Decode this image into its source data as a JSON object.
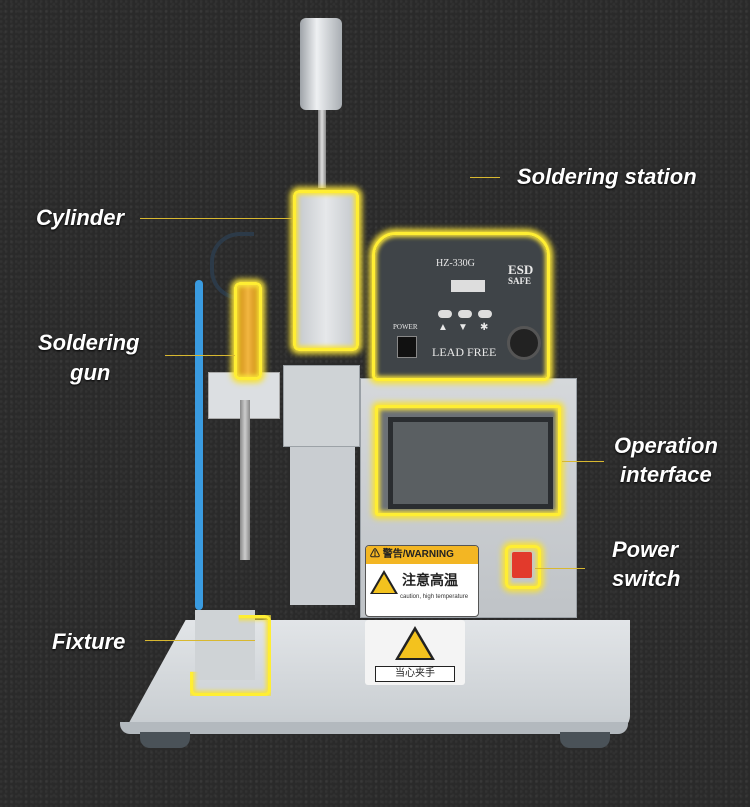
{
  "image": {
    "description": "Automatic soldering machine product photo with yellow-highlighted component callouts",
    "background_color": "#2a2a2a",
    "highlight_color": "#ffee33"
  },
  "callouts": {
    "cylinder": "Cylinder",
    "soldering_gun_line1": "Soldering",
    "soldering_gun_line2": "gun",
    "fixture": "Fixture",
    "soldering_station": "Soldering station",
    "operation_interface_line1": "Operation",
    "operation_interface_line2": "interface",
    "power_switch_line1": "Power",
    "power_switch_line2": "switch"
  },
  "soldering_station": {
    "model": "HZ-330G",
    "esd_line1": "ESD",
    "esd_line2": "SAFE",
    "power_label": "POWER",
    "lead_free": "LEAD FREE",
    "buttons": [
      "▲",
      "▼",
      "✱"
    ]
  },
  "warning_sticker": {
    "header_symbol": "⚠",
    "header_cn": "警告",
    "header_en": "/WARNING",
    "main_cn": "注意高温",
    "sub_en": "caution, high temperature",
    "icon": "hot-surface-icon"
  },
  "pinch_sticker": {
    "label_cn": "当心夹手",
    "icon": "hand-pinch-icon"
  }
}
